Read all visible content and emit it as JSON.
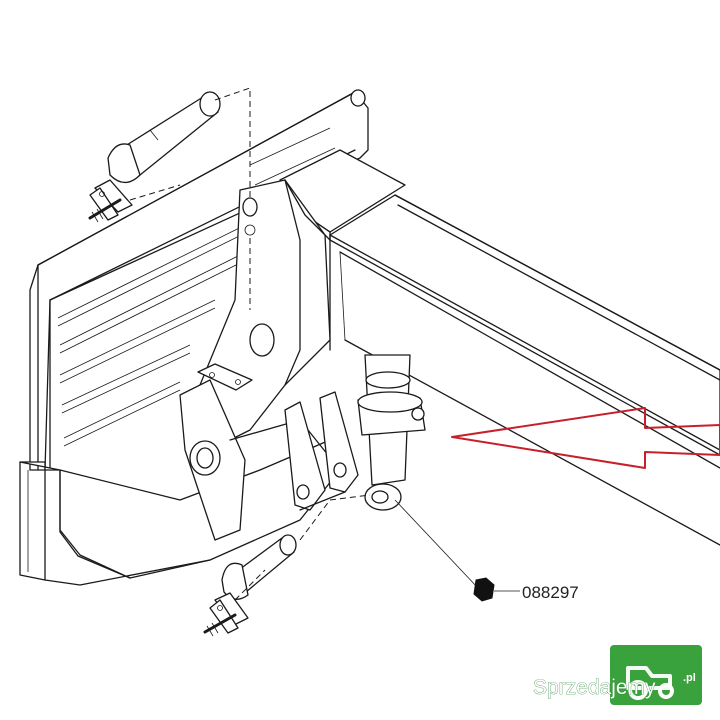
{
  "part": {
    "number": "088297",
    "marker_icon": "hexagon-icon"
  },
  "pointer": {
    "color": "#c8202a",
    "icon": "arrow-left-icon"
  },
  "watermark": {
    "text": "Sprzedajemy",
    "domain": ".pl",
    "badge_color": "#3aa23c",
    "icon": "tractor-logo-icon"
  }
}
